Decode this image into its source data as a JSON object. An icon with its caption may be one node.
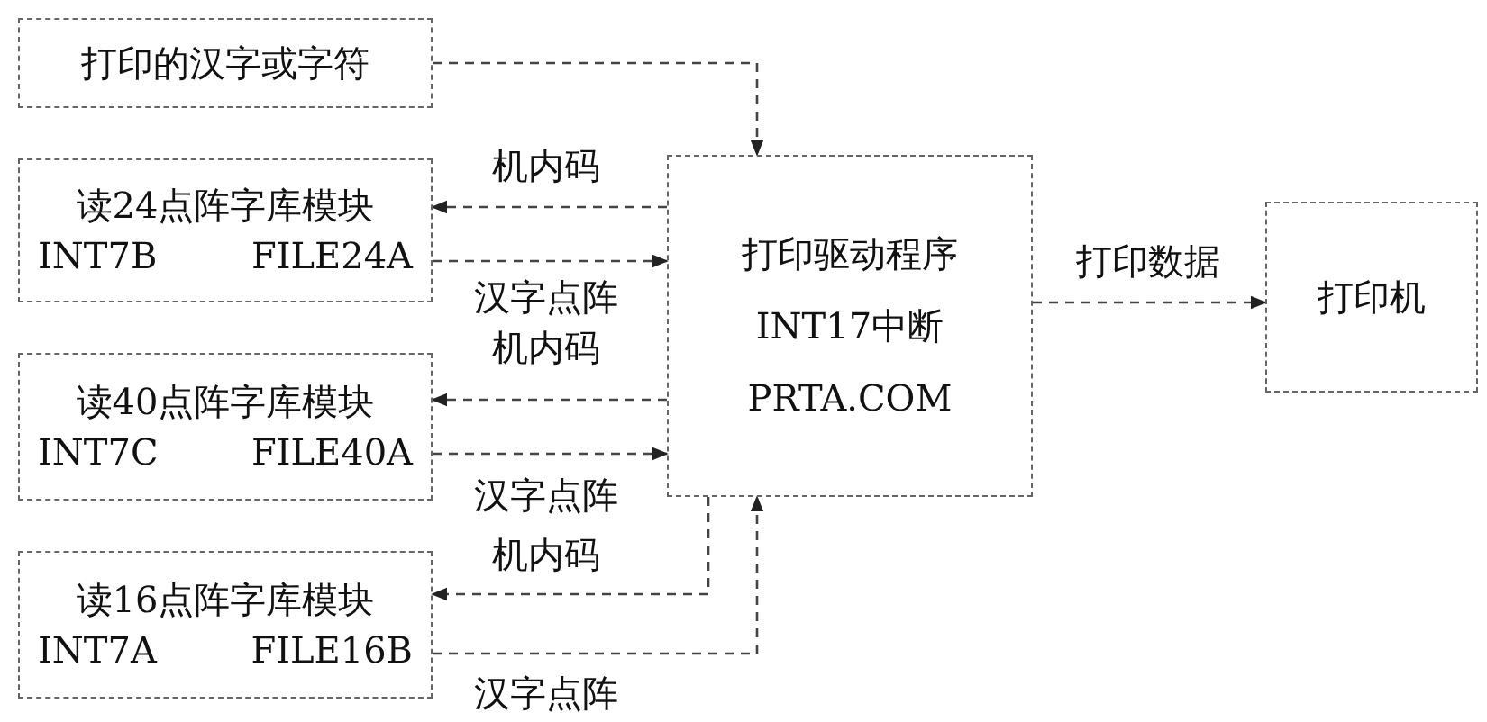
{
  "diagram": {
    "nodes": [
      {
        "text": [
          "打印的汉字或字符"
        ]
      },
      {
        "text": [
          "读24点阵字库模块",
          "INT7B",
          "FILE24A"
        ]
      },
      {
        "text": [
          "读40点阵字库模块",
          "INT7C",
          "FILE40A"
        ]
      },
      {
        "text": [
          "读16点阵字库模块",
          "INT7A",
          "FILE16B"
        ]
      },
      {
        "text": [
          "打印驱动程序",
          "INT17中断",
          "PRTA.COM"
        ]
      },
      {
        "text": [
          "打印机"
        ]
      }
    ],
    "edges": [
      {
        "from": 0,
        "to": 4,
        "arrow": "to"
      },
      {
        "from": 4,
        "to": 1,
        "arrow": "to",
        "label": "机内码"
      },
      {
        "from": 1,
        "to": 4,
        "arrow": "to",
        "label": "汉字点阵"
      },
      {
        "from": 4,
        "to": 2,
        "arrow": "to",
        "label": "机内码"
      },
      {
        "from": 2,
        "to": 4,
        "arrow": "to",
        "label": "汉字点阵"
      },
      {
        "from": 4,
        "to": 3,
        "arrow": "to",
        "label": "机内码"
      },
      {
        "from": 3,
        "to": 4,
        "arrow": "to",
        "label": "汉字点阵"
      },
      {
        "from": 4,
        "to": 5,
        "arrow": "to",
        "label": "打印数据"
      }
    ]
  }
}
